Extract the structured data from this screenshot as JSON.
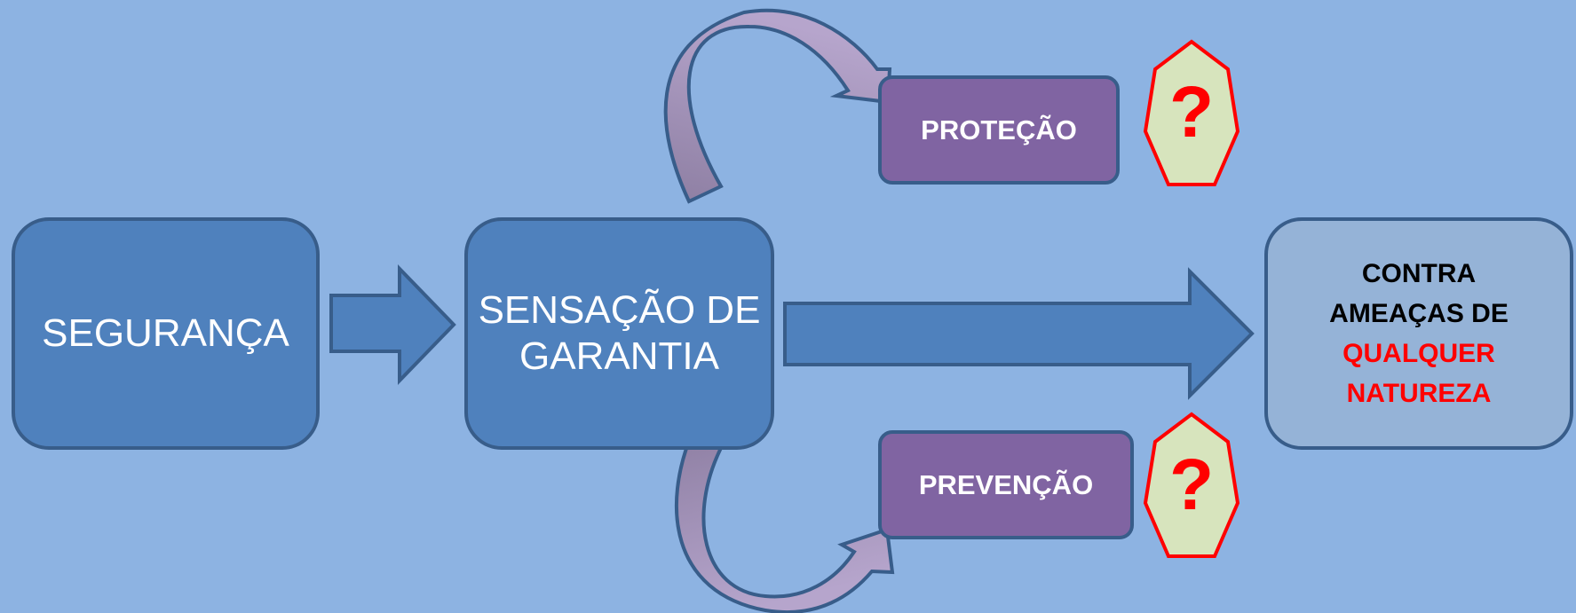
{
  "nodes": {
    "seguranca": "SEGURANÇA",
    "sensacao": {
      "line1": "SENSAÇÃO DE",
      "line2": "GARANTIA"
    },
    "protecao": "PROTEÇÃO",
    "prevencao": "PREVENÇÃO",
    "result": {
      "line1": "CONTRA",
      "line2": "AMEAÇAS DE",
      "line3": "QUALQUER",
      "line4": "NATUREZA"
    }
  },
  "question_marks": {
    "protecao": "?",
    "prevencao": "?"
  },
  "colors": {
    "background": "#8db3e2",
    "main_box": "#4f81bd",
    "outline": "#385d8a",
    "sub_box": "#8064a2",
    "result_box": "#95b3d7",
    "curved_arrow": "#b3a2c7",
    "heptagon_fill": "#d7e4bd",
    "highlight_red": "#ff0000"
  }
}
